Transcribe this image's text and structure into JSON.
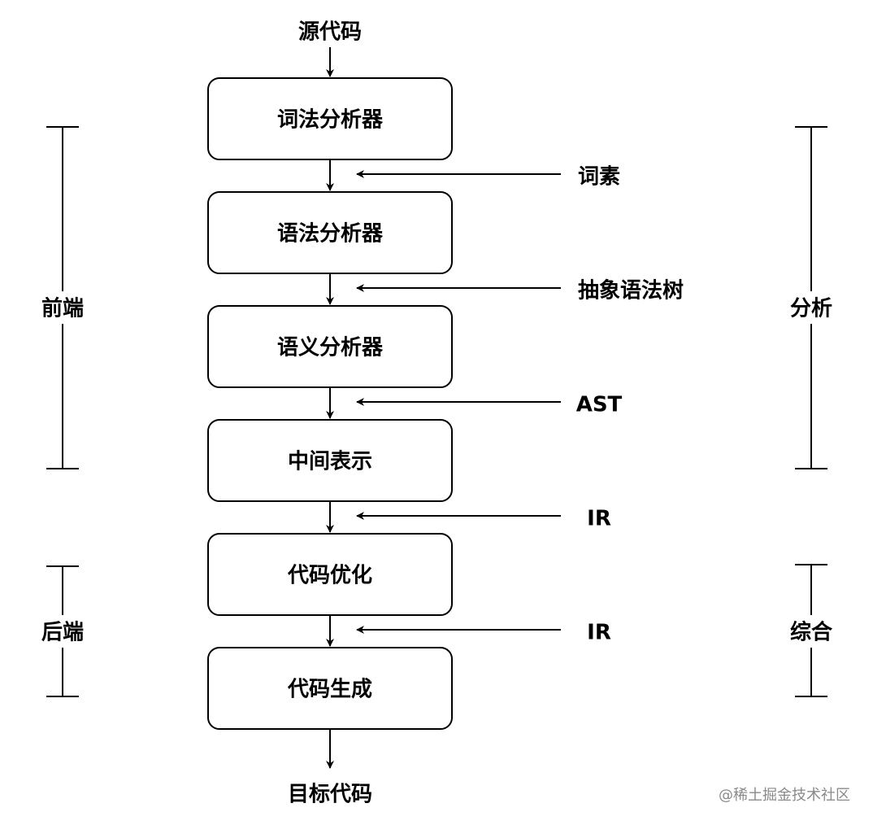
{
  "diagram": {
    "input_label": "源代码",
    "output_label": "目标代码",
    "stages": [
      {
        "label": "词法分析器"
      },
      {
        "label": "语法分析器"
      },
      {
        "label": "语义分析器"
      },
      {
        "label": "中间表示"
      },
      {
        "label": "代码优化"
      },
      {
        "label": "代码生成"
      }
    ],
    "products": [
      {
        "label": "词素"
      },
      {
        "label": "抽象语法树"
      },
      {
        "label": "AST"
      },
      {
        "label": "IR"
      },
      {
        "label": "IR"
      }
    ],
    "left_groups": [
      {
        "label": "前端"
      },
      {
        "label": "后端"
      }
    ],
    "right_groups": [
      {
        "label": "分析"
      },
      {
        "label": "综合"
      }
    ]
  },
  "watermark": "@稀土掘金技术社区",
  "colors": {
    "stroke": "#000000",
    "box_fill": "#ffffff",
    "watermark": "#8a8a8a"
  }
}
